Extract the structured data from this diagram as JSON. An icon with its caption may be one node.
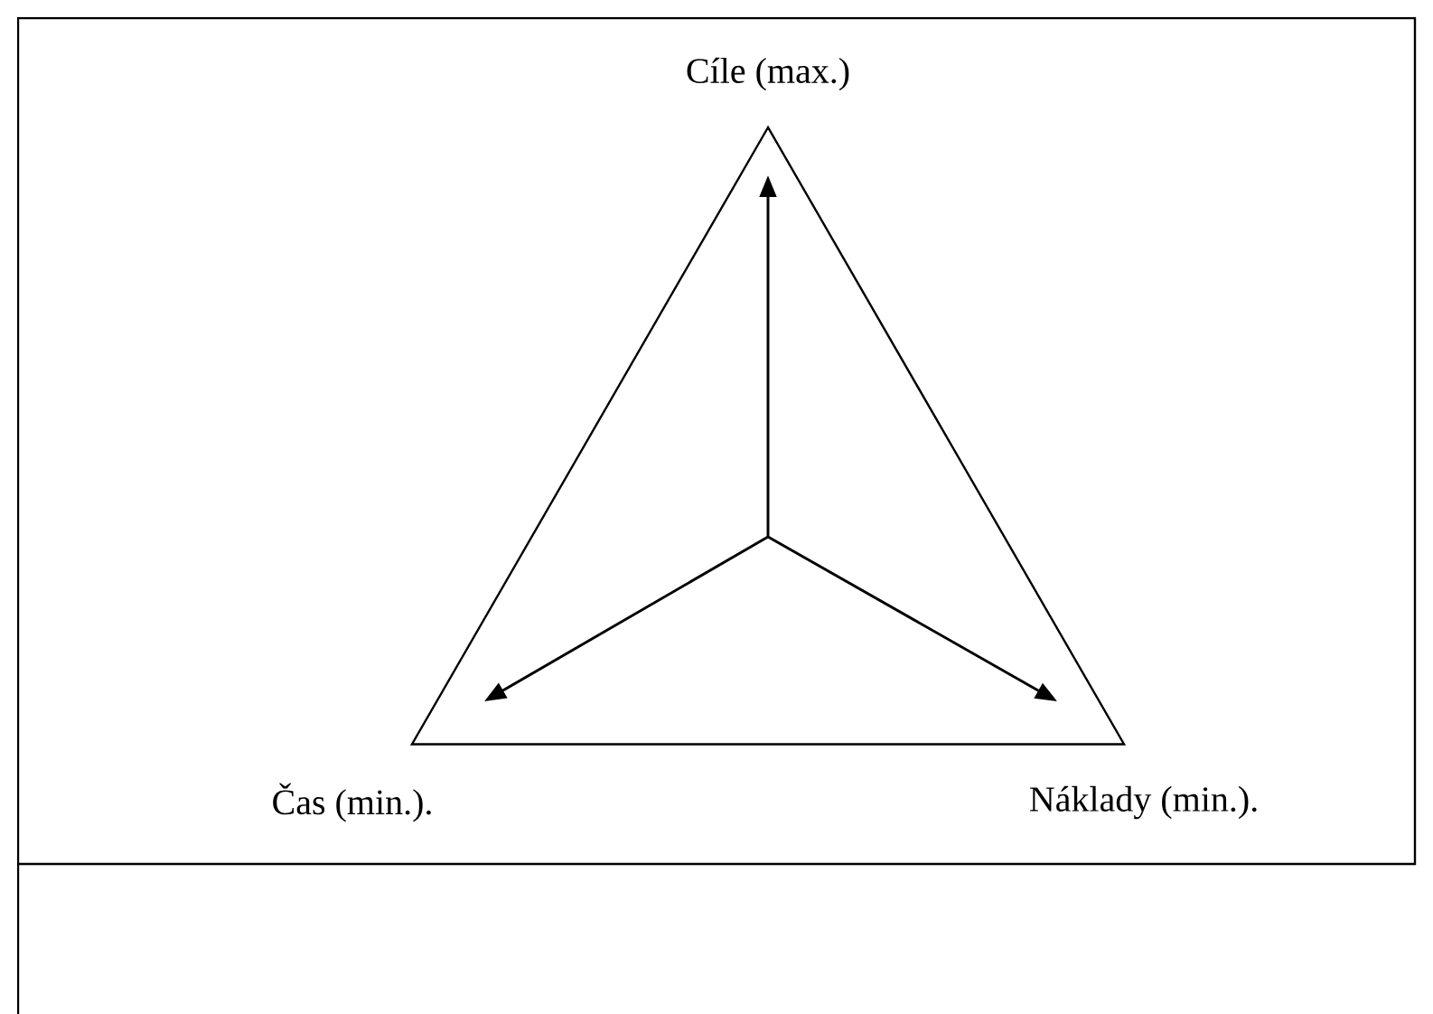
{
  "diagram": {
    "nodes": [
      {
        "text": [
          "Cíle (max.)",
          "Čas (min.).",
          "Náklady (min.)."
        ]
      }
    ]
  }
}
